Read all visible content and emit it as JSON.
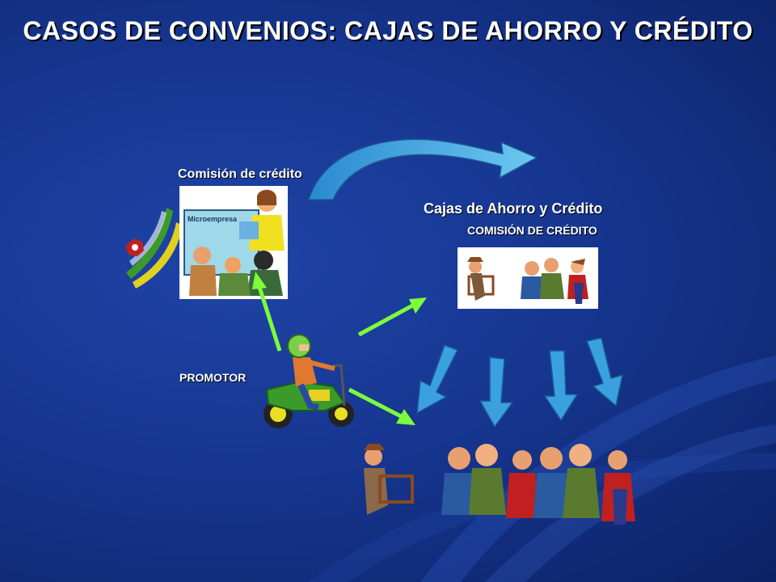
{
  "slide": {
    "title": "CASOS DE CONVENIOS: CAJAS DE AHORRO Y CRÉDITO"
  },
  "labels": {
    "comision_credito": "Comisión de crédito",
    "cajas_ahorro": "Cajas de Ahorro y Crédito",
    "comision_credito_upper": "COMISIÓN DE CRÉDITO",
    "promotor": "PROMOTOR"
  },
  "classroom": {
    "board_text": "Microempresa"
  },
  "colors": {
    "background": "#163690",
    "title_text": "#ffffff",
    "green_arrow": "#7CFC3A",
    "blue_arrow": "#3aa0e0",
    "curved_arrow": "#4ab2e6"
  }
}
